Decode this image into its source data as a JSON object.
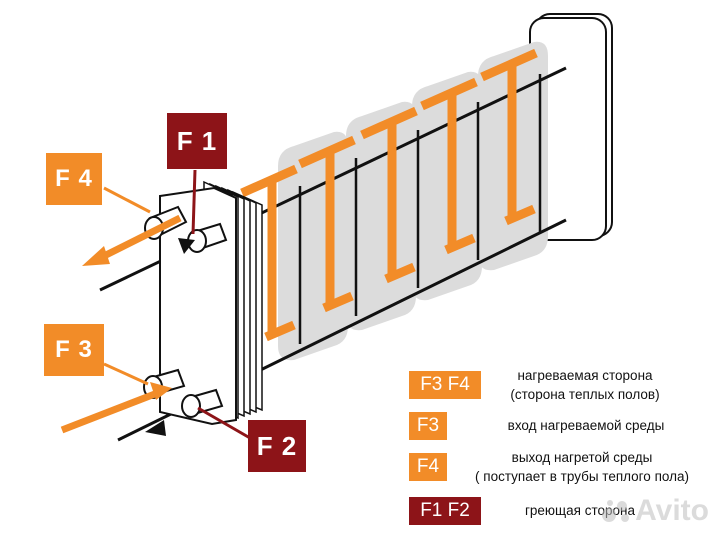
{
  "labels": {
    "f1": "F 1",
    "f2": "F 2",
    "f3": "F 3",
    "f4": "F 4"
  },
  "legend": [
    {
      "badge": "F3 F4",
      "color": "#f28c28",
      "line1": "нагреваемая сторона",
      "line2": "(сторона теплых полов)"
    },
    {
      "badge": "F3",
      "color": "#f28c28",
      "line1": "вход нагреваемой среды",
      "line2": ""
    },
    {
      "badge": "F4",
      "color": "#f28c28",
      "line1": "выход нагретой среды",
      "line2": "( поступает в трубы теплого пола)"
    },
    {
      "badge": "F1 F2",
      "color": "#8d1418",
      "line1": "греющая сторона",
      "line2": ""
    }
  ],
  "watermark": "Avito",
  "colors": {
    "orange": "#f28c28",
    "dark_red": "#8d1418",
    "plate_gray": "#dcdcdc",
    "line": "#111111"
  }
}
